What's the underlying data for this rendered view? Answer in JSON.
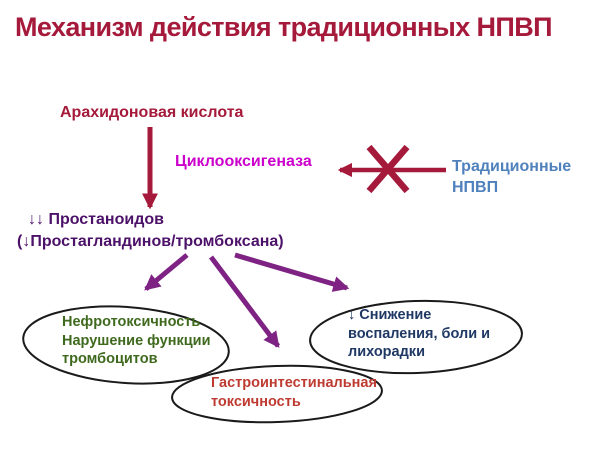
{
  "title": "Механизм действия традиционных НПВП",
  "nodes": {
    "arachidonic_acid": "Арахидоновая кислота",
    "cyclooxygenase": "Циклооксигеназа",
    "traditional_nsaids": {
      "line1": "Традиционные",
      "line2": "НПВП"
    },
    "prostanoids": {
      "line1": "↓↓ Простаноидов",
      "line2": "(↓Простагландинов/тромбоксана)"
    },
    "nephrotoxicity": {
      "line1": "Нефротоксичность",
      "line2": "Нарушение функции",
      "line3": "тромбоцитов"
    },
    "gastro": {
      "line1": "Гастроинтестинальная",
      "line2": "токсичность"
    },
    "effects": {
      "line1": "↓ Снижение",
      "line2": "воспаления, боли и",
      "line3": "лихорадки"
    }
  },
  "colors": {
    "title": "#A5193A",
    "crimson_arrow": "#A5193A",
    "magenta": "#CC00CC",
    "blue": "#4F81BD",
    "dark_purple": "#4C1168",
    "purple_arrow": "#7E2383",
    "green": "#3F6A1E",
    "brick_red": "#BE3B32",
    "navy": "#1F3864",
    "ellipse_outline": "#1A1A1A",
    "background": "#FFFFFF"
  }
}
